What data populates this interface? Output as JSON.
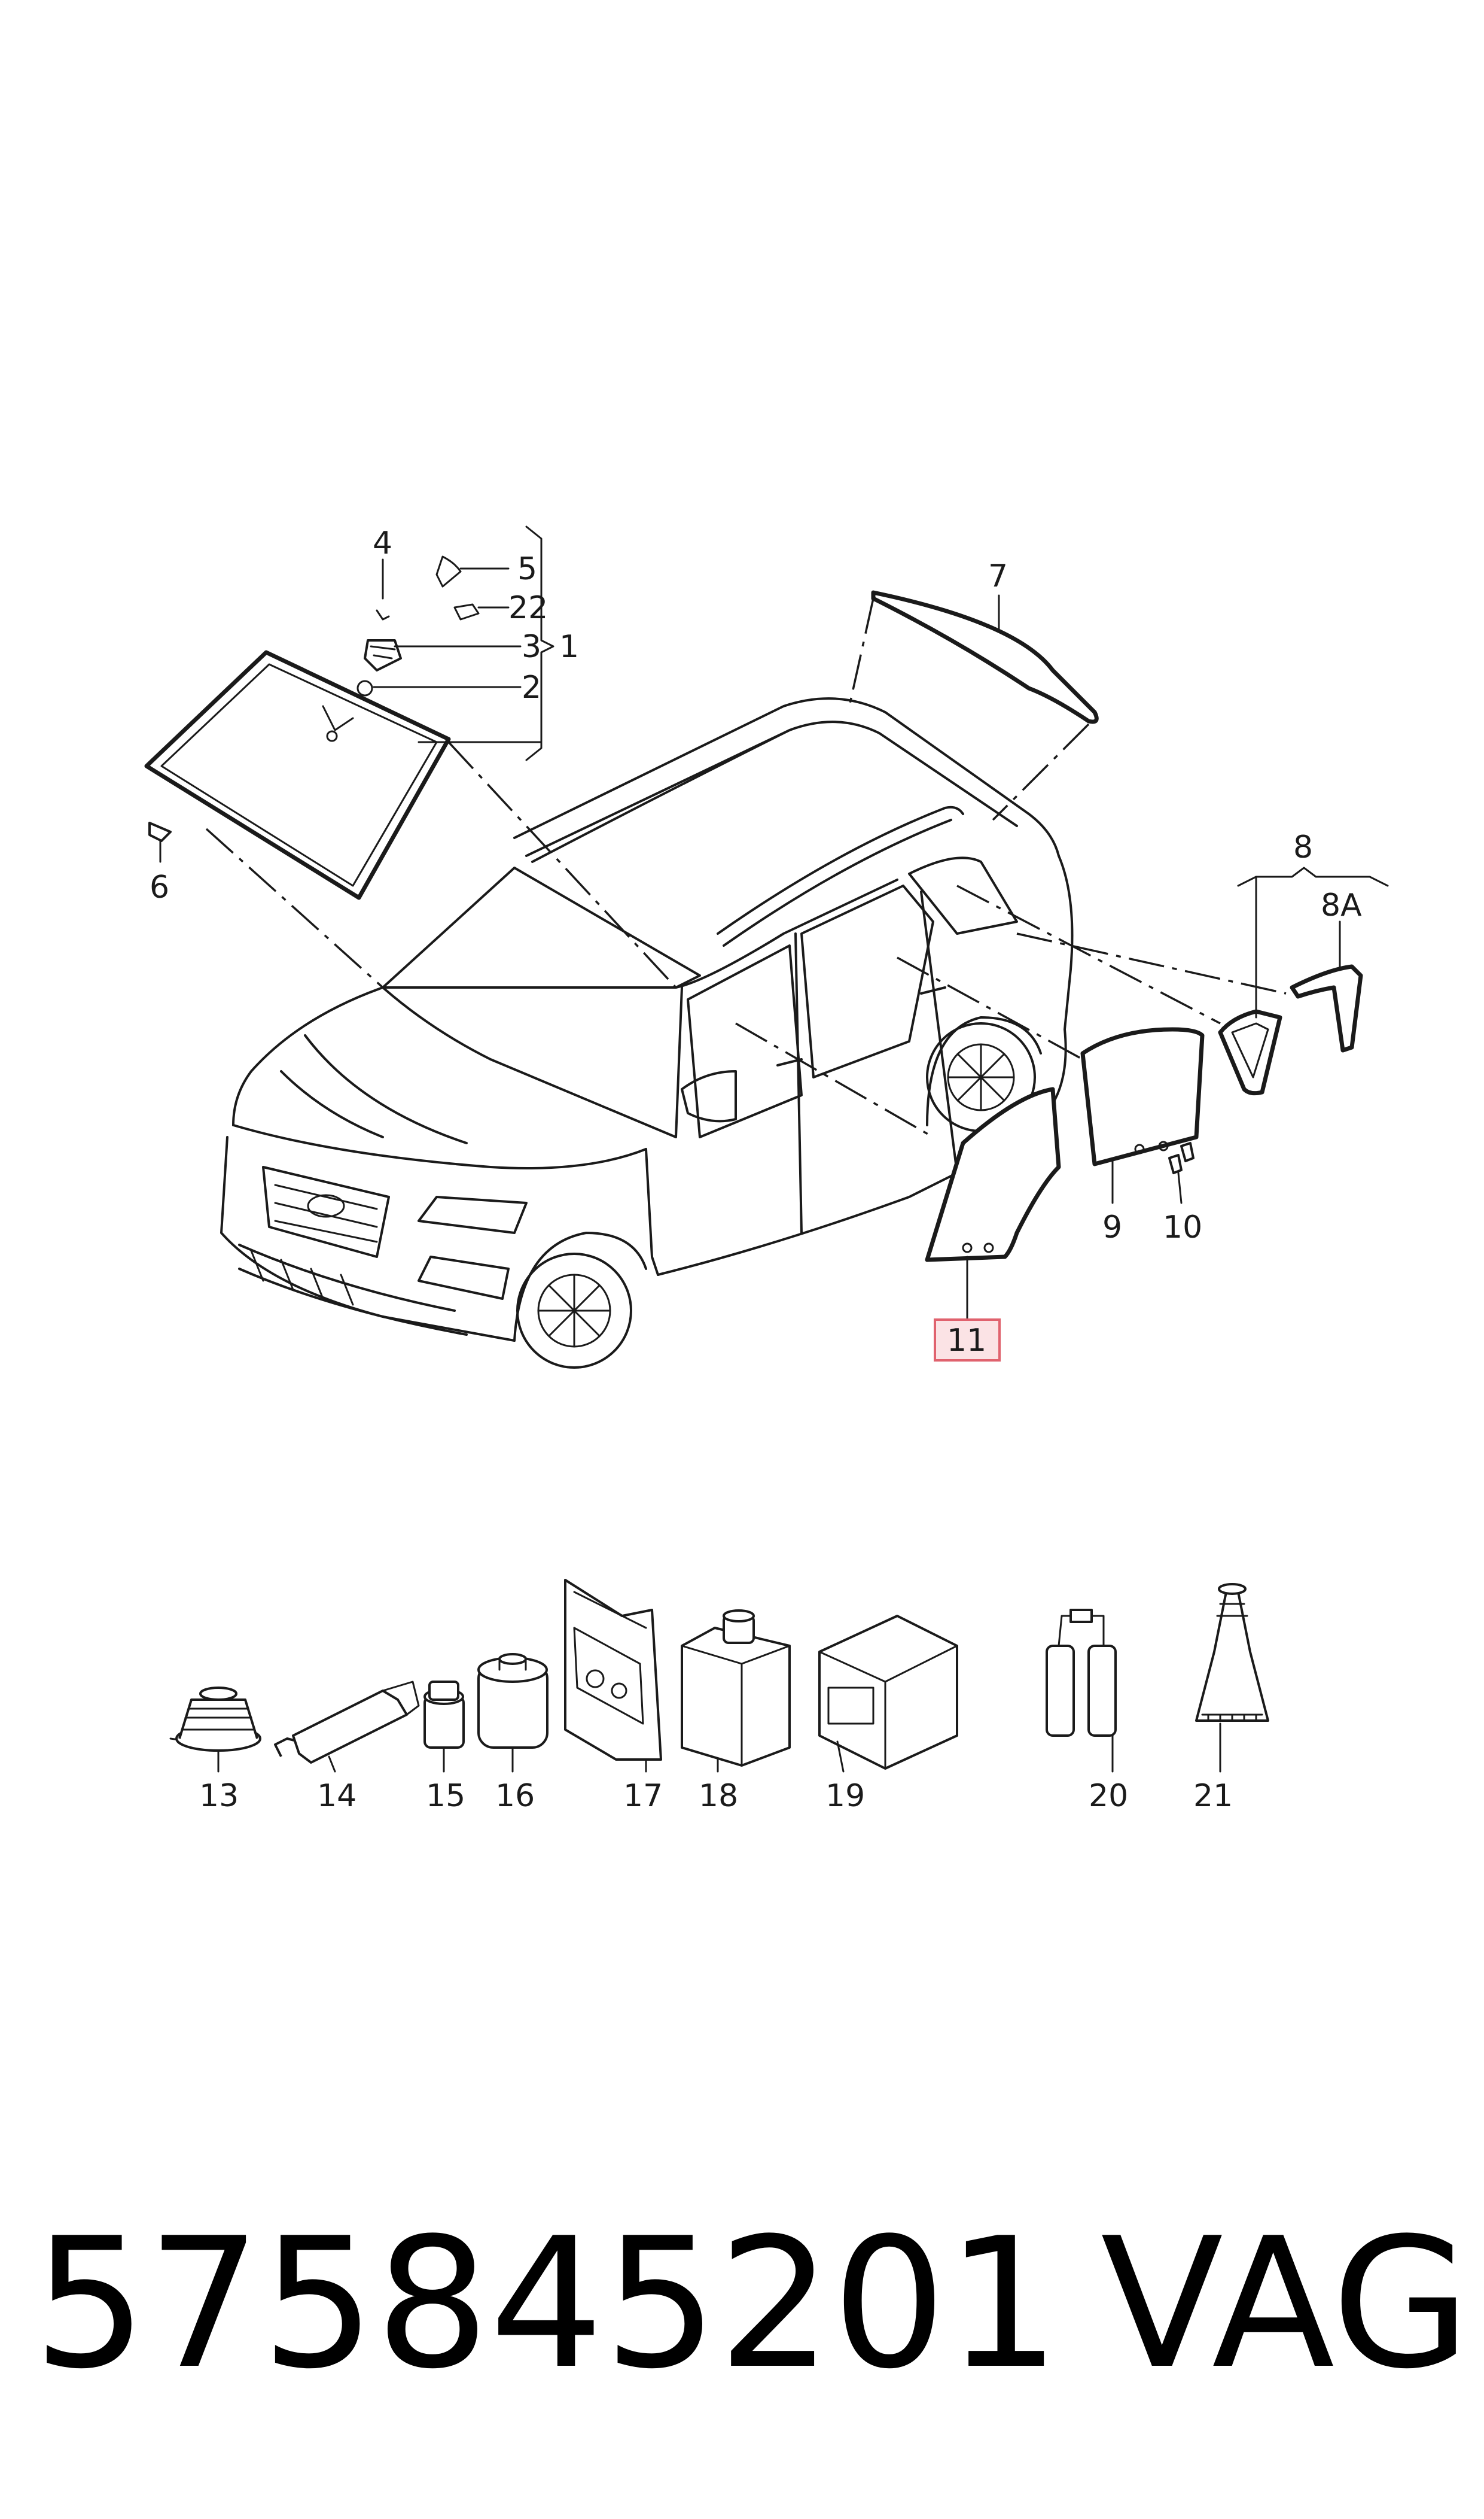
{
  "callouts": [
    {
      "id": "1",
      "label": "1"
    },
    {
      "id": "2",
      "label": "2"
    },
    {
      "id": "3",
      "label": "3"
    },
    {
      "id": "4",
      "label": "4"
    },
    {
      "id": "5",
      "label": "5"
    },
    {
      "id": "6",
      "label": "6"
    },
    {
      "id": "7",
      "label": "7"
    },
    {
      "id": "8",
      "label": "8"
    },
    {
      "id": "8A",
      "label": "8A"
    },
    {
      "id": "9",
      "label": "9"
    },
    {
      "id": "10",
      "label": "10"
    },
    {
      "id": "11",
      "label": "11",
      "highlighted": true
    },
    {
      "id": "13",
      "label": "13"
    },
    {
      "id": "14",
      "label": "14"
    },
    {
      "id": "15",
      "label": "15"
    },
    {
      "id": "16",
      "label": "16"
    },
    {
      "id": "17",
      "label": "17"
    },
    {
      "id": "18",
      "label": "18"
    },
    {
      "id": "19",
      "label": "19"
    },
    {
      "id": "20",
      "label": "20"
    },
    {
      "id": "21",
      "label": "21"
    },
    {
      "id": "22",
      "label": "22"
    }
  ],
  "highlight_color": "#e0626e",
  "highlight_fill": "#fbe3e5",
  "footer": {
    "part_number": "575845201",
    "brand": "VAG"
  }
}
